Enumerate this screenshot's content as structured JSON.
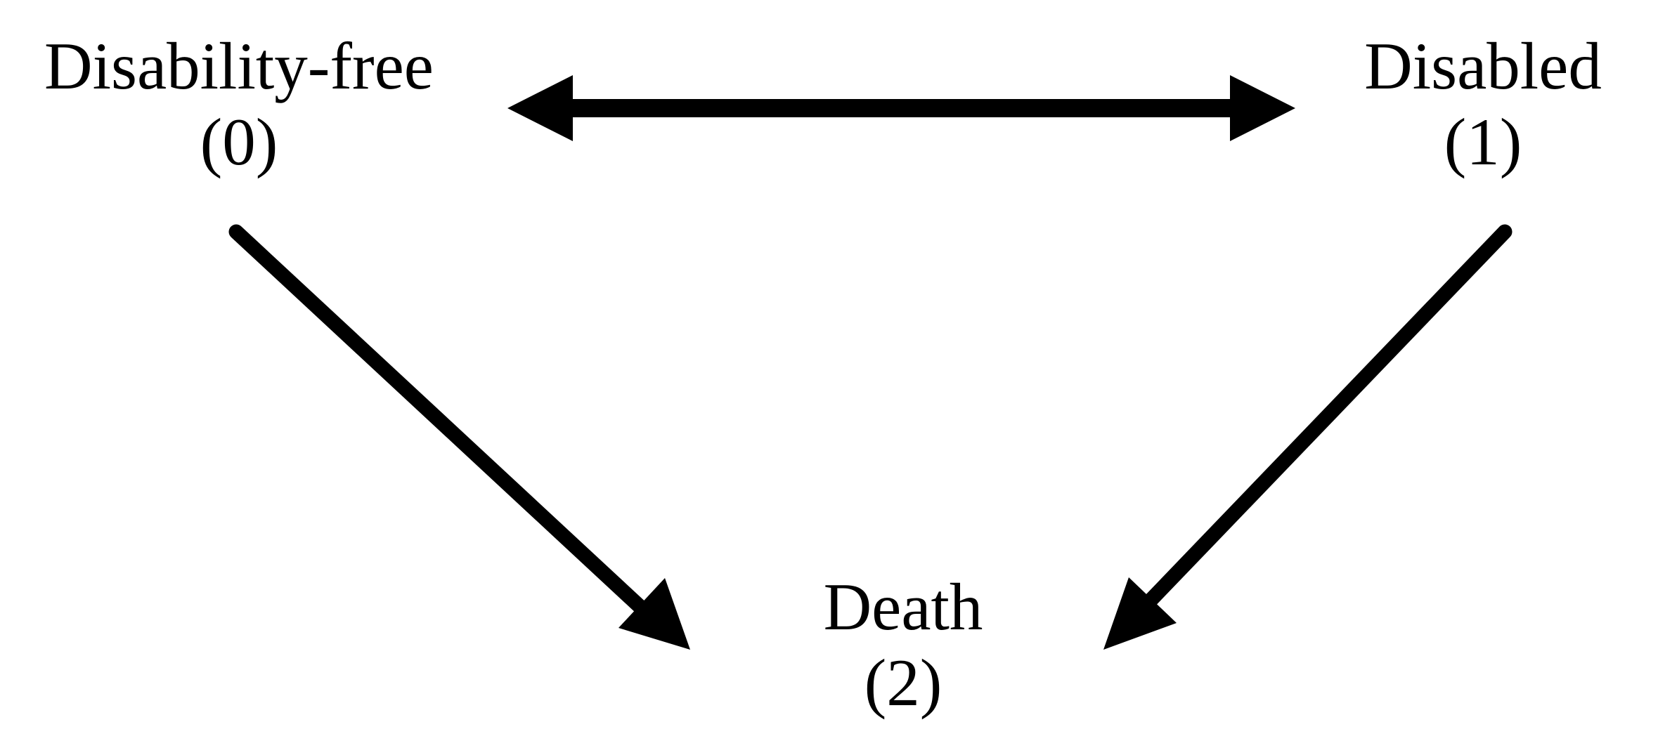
{
  "states": [
    {
      "id": "0",
      "name": "Disability-free",
      "code": "(0)"
    },
    {
      "id": "1",
      "name": "Disabled",
      "code": "(1)"
    },
    {
      "id": "2",
      "name": "Death",
      "code": "(2)"
    }
  ],
  "transitions": [
    {
      "from": "0",
      "to": "1",
      "bidirectional": true
    },
    {
      "from": "0",
      "to": "2",
      "bidirectional": false
    },
    {
      "from": "1",
      "to": "2",
      "bidirectional": false
    }
  ],
  "colors": {
    "arrow": "#000000",
    "text": "#000000",
    "background": "#ffffff"
  }
}
